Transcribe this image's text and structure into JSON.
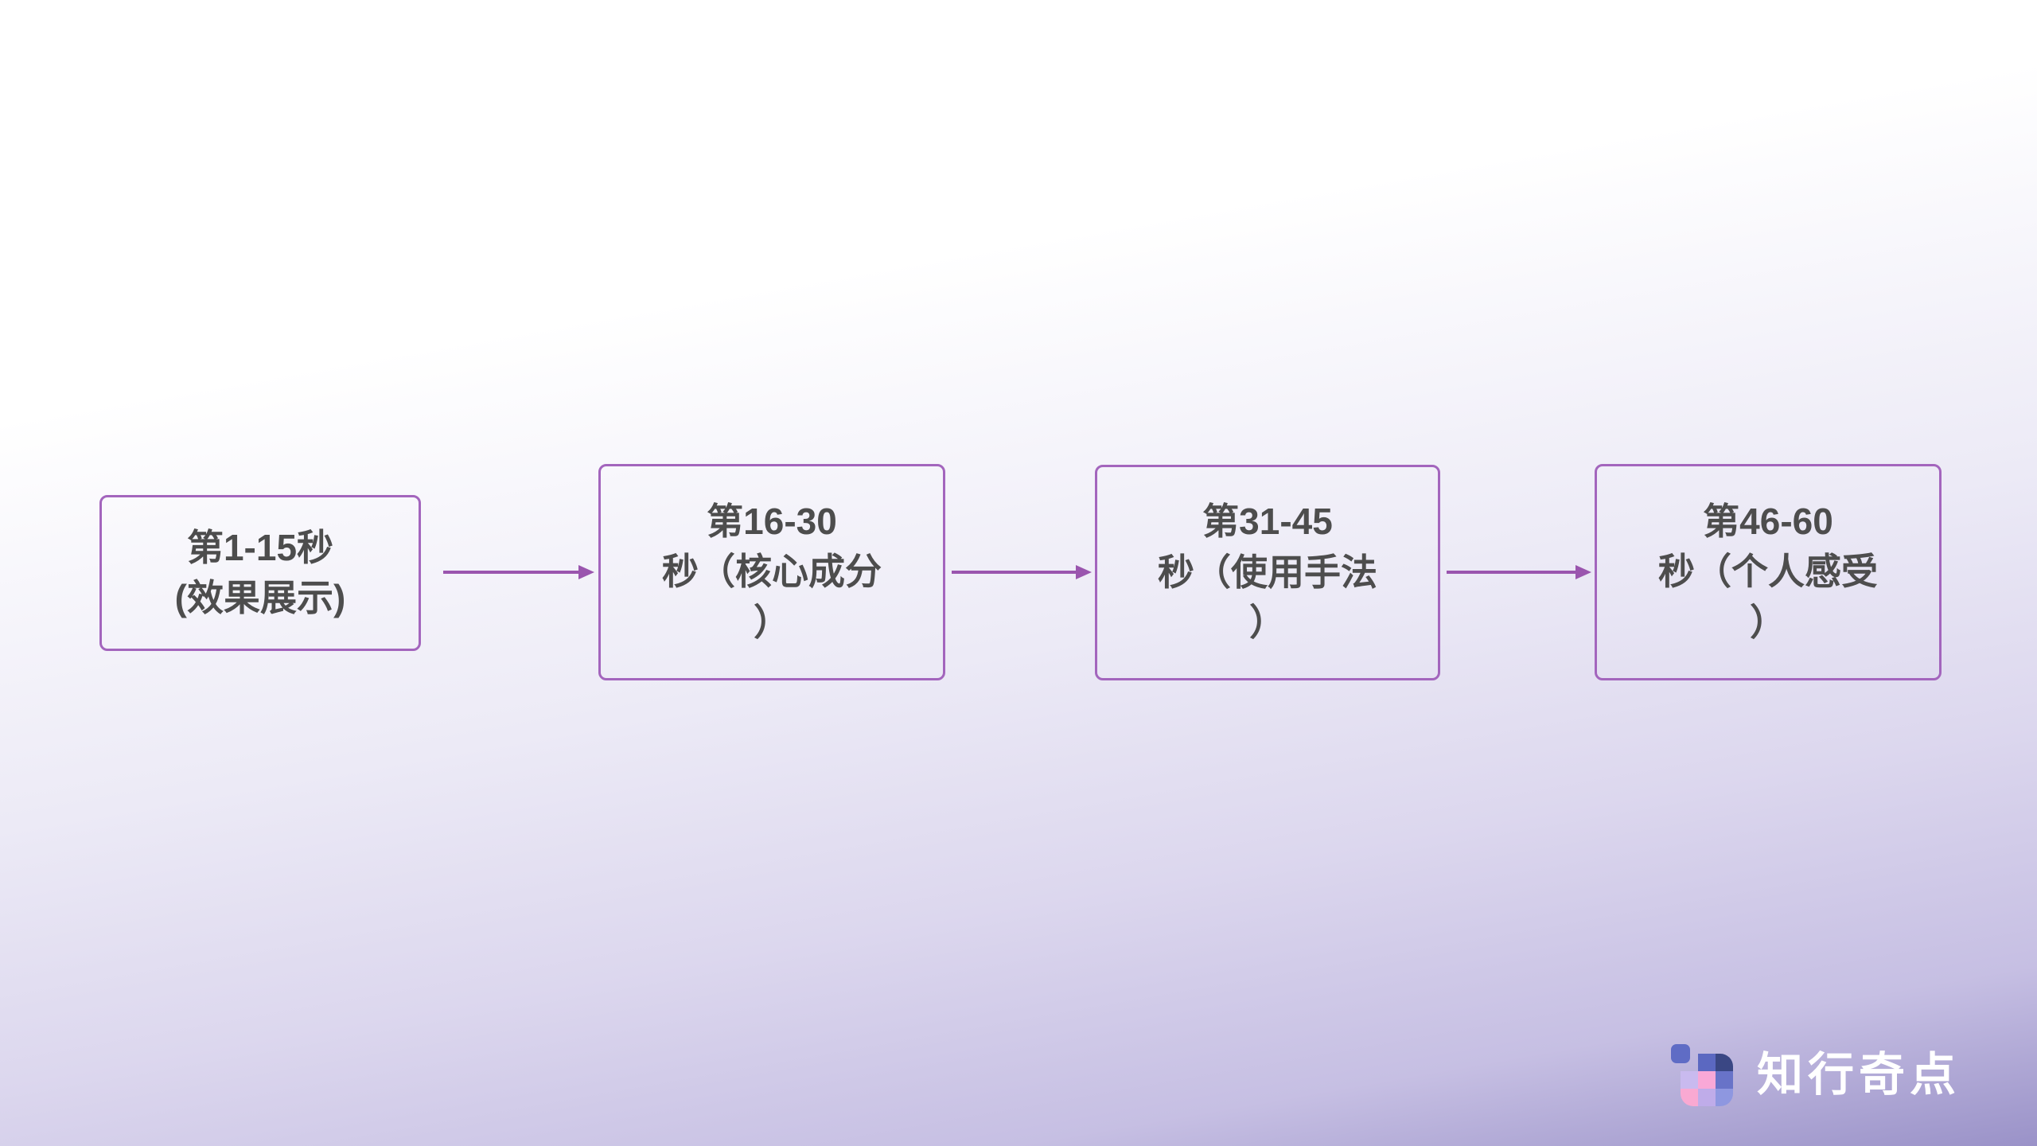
{
  "slide": {
    "background": {
      "top_color": "#ffffff",
      "bottom_right_color": "#9a92c8"
    }
  },
  "flowchart": {
    "type": "horizontal-flow",
    "box_fill": "#ffffff",
    "box_border_color": "#a365bd",
    "text_color": "#4d4d4d",
    "arrow_color": "#9a55ae",
    "steps": [
      {
        "lines": [
          "第1-15秒",
          "(效果展示)"
        ]
      },
      {
        "lines": [
          "第16-30",
          "秒（核心成分",
          "）"
        ]
      },
      {
        "lines": [
          "第31-45",
          "秒（使用手法",
          "）"
        ]
      },
      {
        "lines": [
          "第46-60",
          "秒（个人感受",
          "）"
        ]
      }
    ]
  },
  "logo": {
    "text": "知行奇点",
    "text_color": "#ffffff",
    "icon": {
      "name": "mosaic-grid-logo",
      "detached_tile_color": "#5f6cc5",
      "tiles": [
        "transparent",
        "#5b68c1",
        "#3a4784",
        "#c9baef",
        "#f9a8d7",
        "#6873c8",
        "#f9a9d2",
        "#bface9",
        "#8e97e0"
      ]
    }
  }
}
